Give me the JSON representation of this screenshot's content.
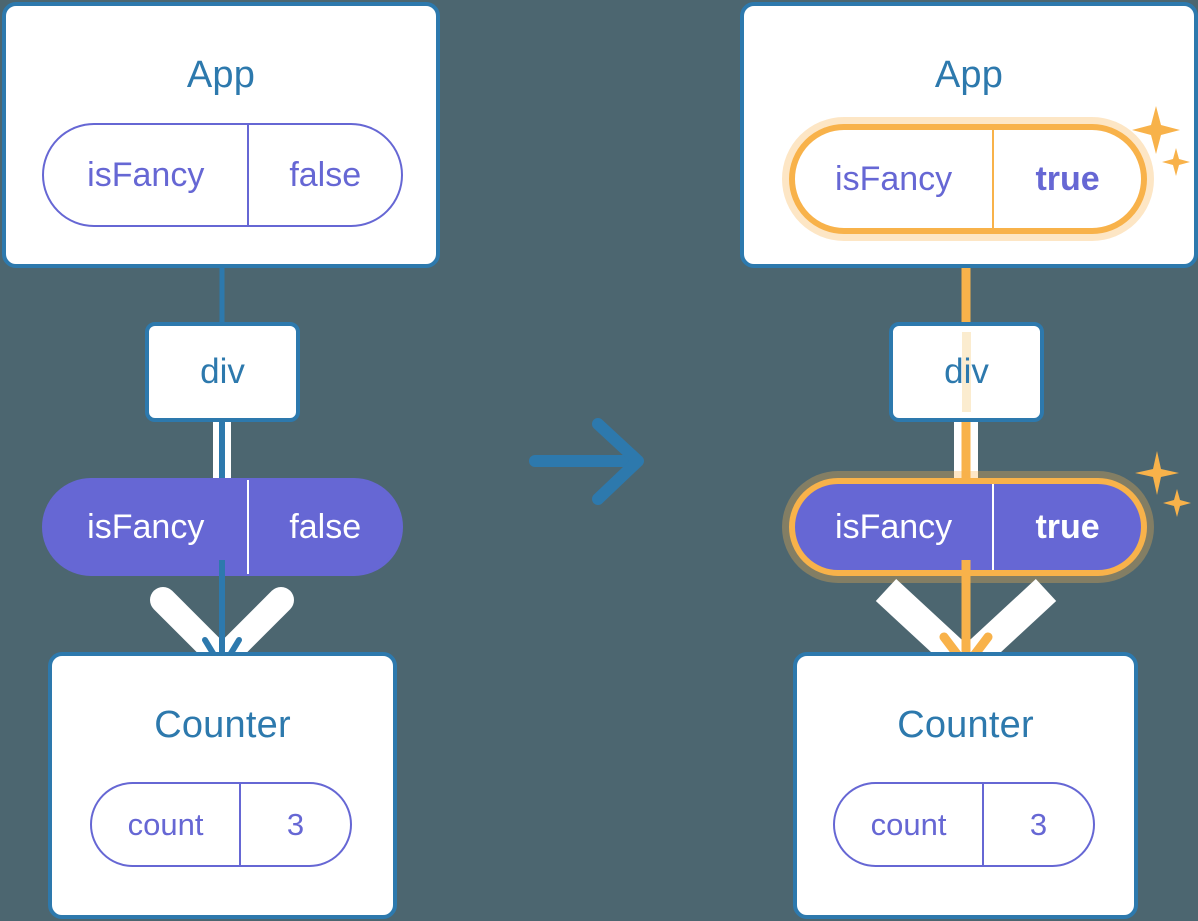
{
  "diagram": {
    "title_semantic": "react-state-propagation-before-after",
    "background_color": "#4c6670",
    "accent_blue": "#2d79ad",
    "accent_purple": "#6667d4",
    "accent_amber": "#f8b24a"
  },
  "transition": {
    "arrow_icon": "arrow-right-icon",
    "color": "#2d79ad"
  },
  "before": {
    "app": {
      "title": "App",
      "state": {
        "key": "isFancy",
        "value": "false",
        "highlighted": false
      }
    },
    "div": {
      "label": "div"
    },
    "prop": {
      "key": "isFancy",
      "value": "false",
      "highlighted": false
    },
    "counter": {
      "title": "Counter",
      "state": {
        "key": "count",
        "value": "3",
        "highlighted": false
      }
    }
  },
  "after": {
    "app": {
      "title": "App",
      "state": {
        "key": "isFancy",
        "value": "true",
        "highlighted": true
      }
    },
    "div": {
      "label": "div"
    },
    "prop": {
      "key": "isFancy",
      "value": "true",
      "highlighted": true
    },
    "counter": {
      "title": "Counter",
      "state": {
        "key": "count",
        "value": "3",
        "highlighted": false
      }
    }
  },
  "icons": {
    "sparkle": "sparkle-icon",
    "arrow_down": "arrow-down-icon",
    "arrow_right": "arrow-right-icon"
  }
}
